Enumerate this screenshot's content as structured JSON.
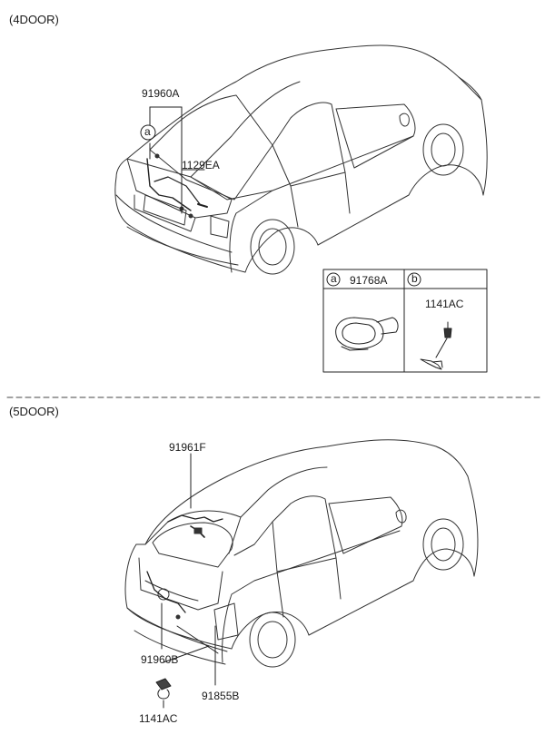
{
  "sections": {
    "four_door": {
      "title": "(4DOOR)"
    },
    "five_door": {
      "title": "(5DOOR)"
    }
  },
  "callouts": {
    "p91960A": "91960A",
    "p1129EA": "1129EA",
    "p91961F": "91961F",
    "p91960B": "91960B",
    "p91855B": "91855B",
    "p1141AC_bottom": "1141AC"
  },
  "inset": {
    "a": {
      "marker": "a",
      "part": "91768A"
    },
    "b": {
      "marker": "b",
      "part": "1141AC"
    }
  },
  "markers": {
    "a": "a"
  }
}
